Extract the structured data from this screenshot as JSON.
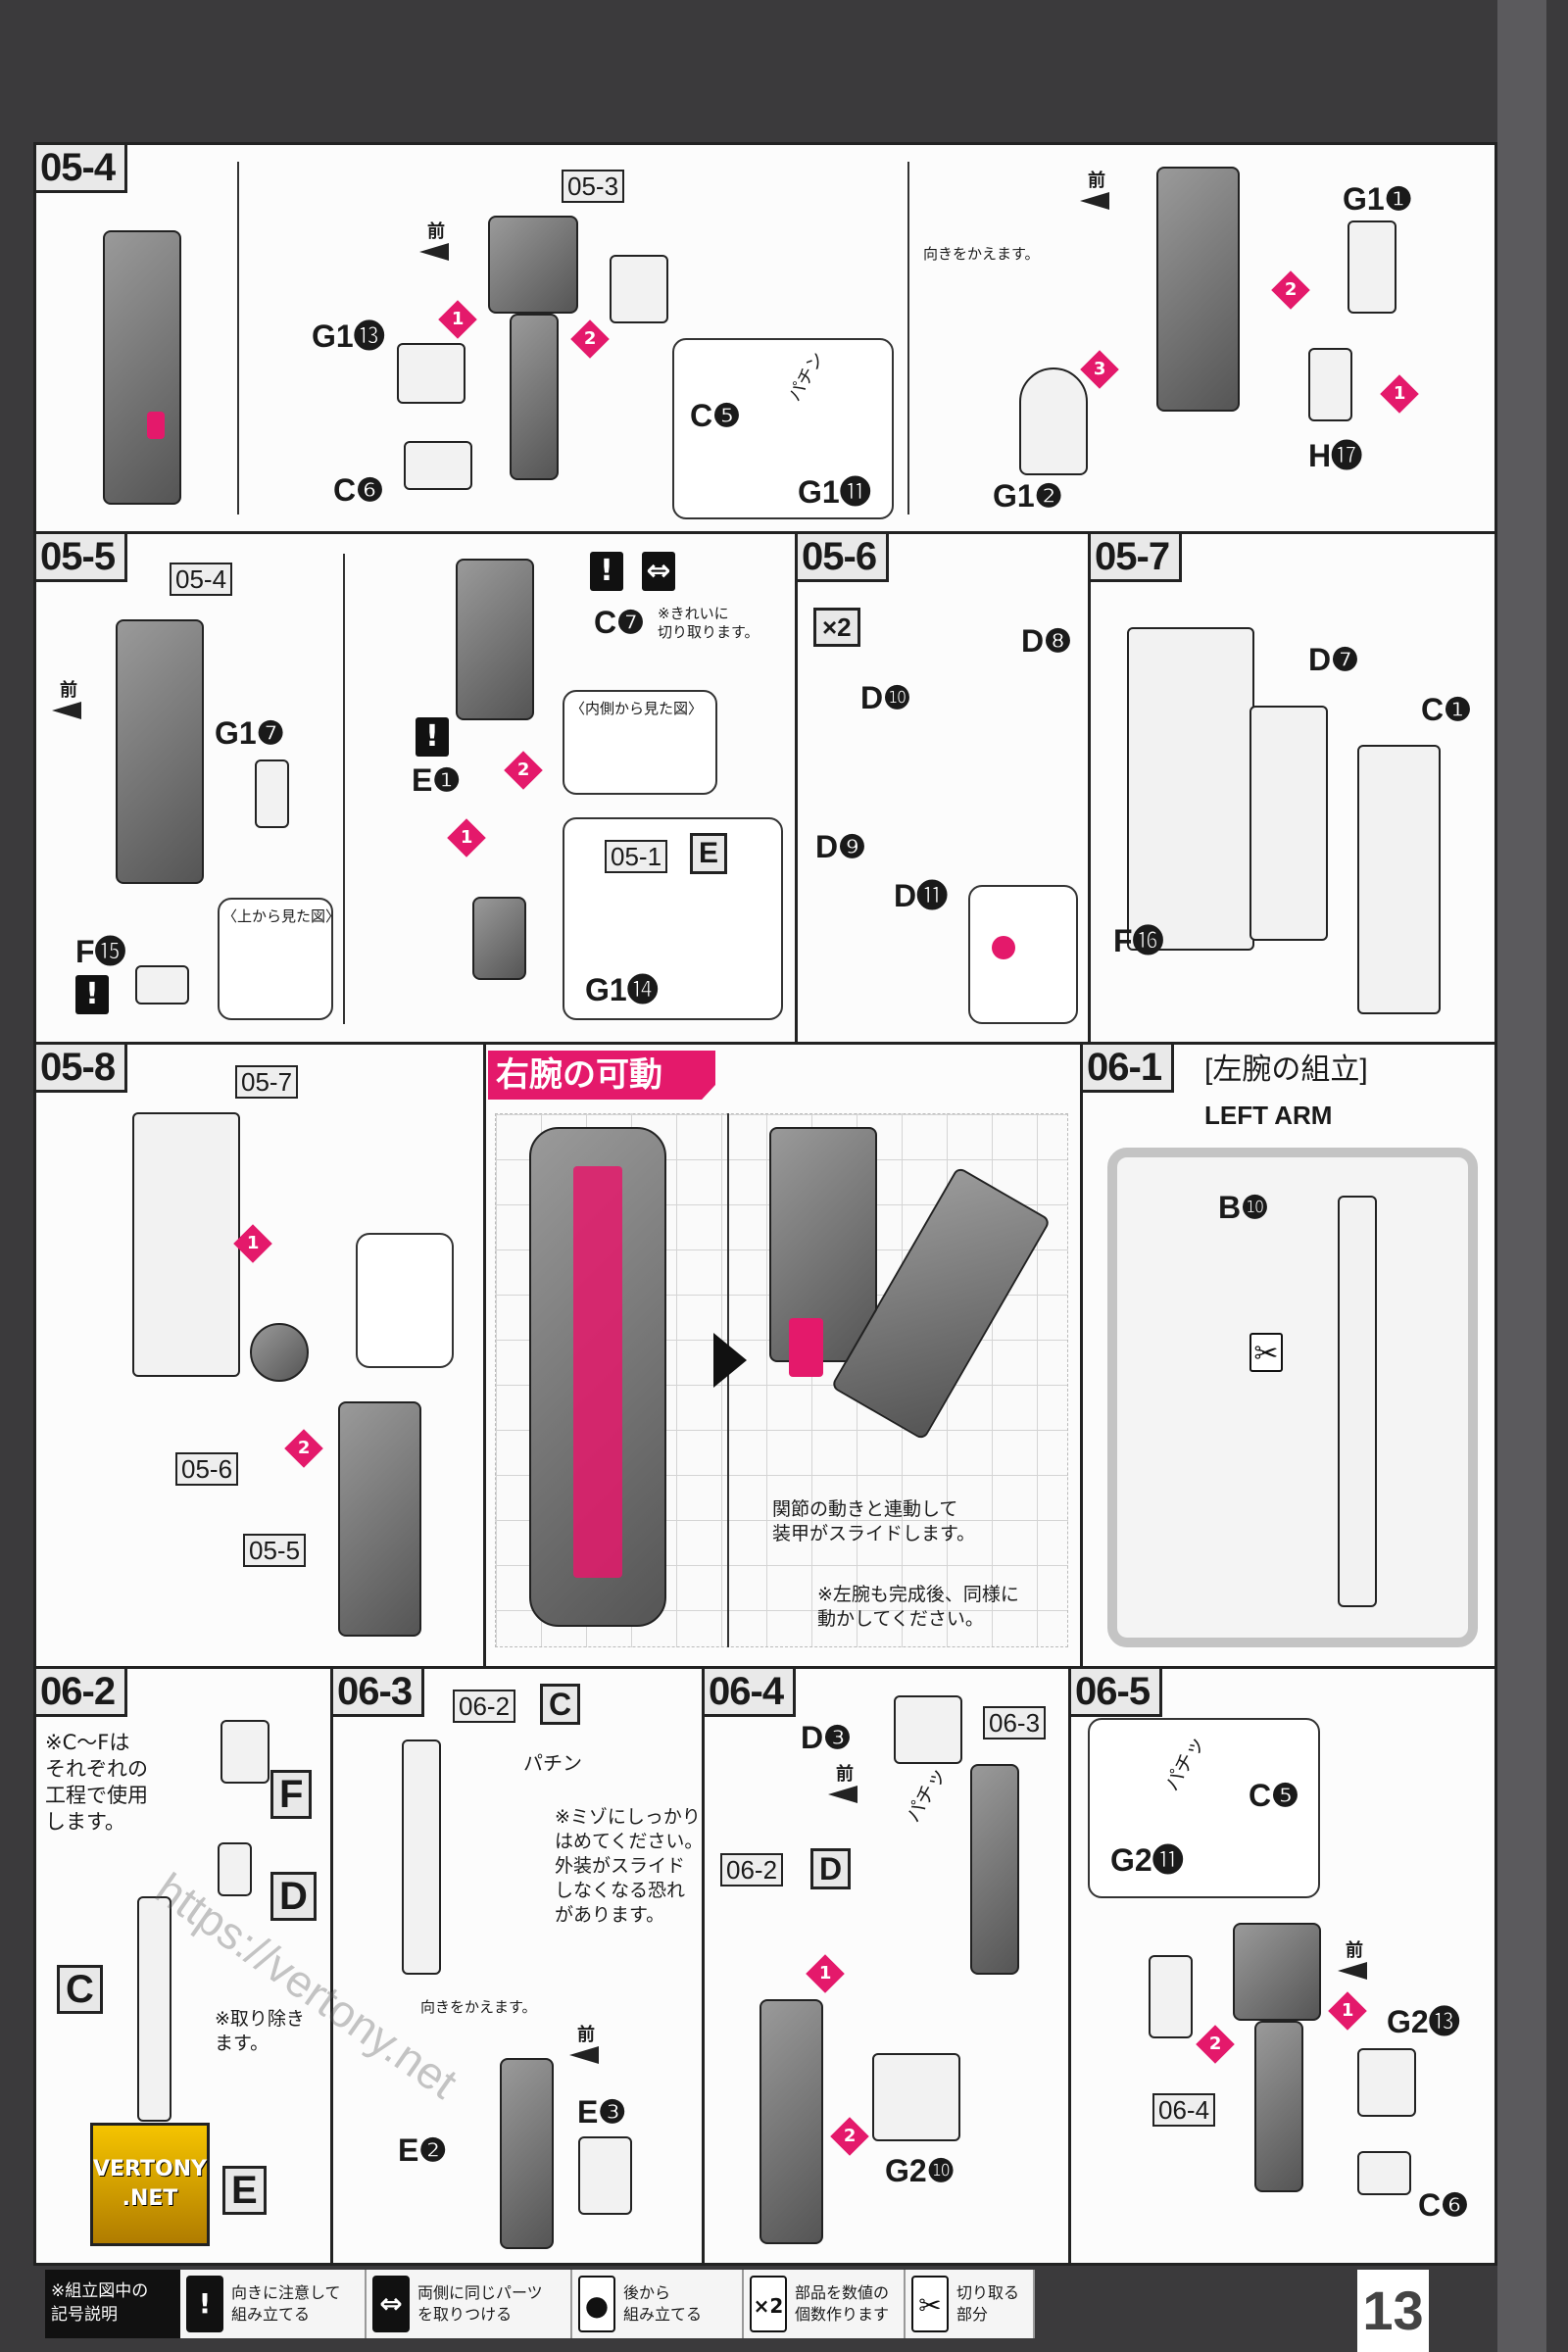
{
  "page_number": "13",
  "watermark": {
    "url": "https://vertony.net",
    "logo": "VERTONY .NET"
  },
  "step_05_4": {
    "tag": "05-4",
    "ref": "05-3",
    "front": "前",
    "parts": [
      "G1⓭",
      "C❻",
      "C❺",
      "G1⓫",
      "G1❶",
      "H⓱",
      "G1❷"
    ],
    "snap": "パチン",
    "turn": "向きをかえます。",
    "steps": [
      "1",
      "2",
      "2",
      "3",
      "1"
    ]
  },
  "step_05_5": {
    "tag": "05-5",
    "ref": "05-4",
    "front": "前",
    "parts": [
      "G1❼",
      "F⓯",
      "C❼",
      "E❶",
      "G1⓮"
    ],
    "top_view": "〈上から見た図〉",
    "inner_view": "〈内側から見た図〉",
    "cut_note": "※きれいに\n切り取ります。",
    "sub_ref": "05-1",
    "sub_letter": "E",
    "excl": "!",
    "steps": [
      "2",
      "1"
    ]
  },
  "step_05_6": {
    "tag": "05-6",
    "count": "×2",
    "parts": [
      "D❿",
      "D❽",
      "D❾",
      "D⓫"
    ]
  },
  "step_05_7": {
    "tag": "05-7",
    "parts": [
      "D❼",
      "C❶",
      "F⓰"
    ]
  },
  "step_05_8": {
    "tag": "05-8",
    "refs": [
      "05-7",
      "05-6",
      "05-5"
    ],
    "steps": [
      "1",
      "2"
    ]
  },
  "arm_motion": {
    "title": "右腕の可動",
    "note1": "関節の動きと連動して\n装甲がスライドします。",
    "note2": "※左腕も完成後、同様に\n動かしてください。"
  },
  "step_06_1": {
    "tag": "06-1",
    "title": "[左腕の組立]",
    "subtitle": "LEFT ARM",
    "part": "B❿"
  },
  "step_06_2": {
    "tag": "06-2",
    "note": "※C～Fは\nそれぞれの\n工程で使用\nします。",
    "letters": [
      "F",
      "D",
      "C",
      "E"
    ],
    "remove_note": "※取り除き\nます。"
  },
  "step_06_3": {
    "tag": "06-3",
    "ref": "06-2",
    "letter": "C",
    "snap": "パチン",
    "note": "※ミゾにしっかり\nはめてください。\n外装がスライド\nしなくなる恐れ\nがあります。",
    "turn": "向きをかえます。",
    "front": "前",
    "parts": [
      "E❸",
      "E❷"
    ]
  },
  "step_06_4": {
    "tag": "06-4",
    "ref": "06-3",
    "ref2": "06-2",
    "letter": "D",
    "front": "前",
    "snap": "パチッ",
    "parts": [
      "D❸",
      "G2❿"
    ],
    "steps": [
      "1",
      "2"
    ]
  },
  "step_06_5": {
    "tag": "06-5",
    "ref": "06-4",
    "front": "前",
    "snap": "パチッ",
    "parts": [
      "C❺",
      "G2⓫",
      "G2⓭",
      "C❻"
    ],
    "steps": [
      "1",
      "2"
    ]
  },
  "legend": {
    "heading": "※組立図中の\n記号説明",
    "items": [
      {
        "icon": "!",
        "text": "向きに注意して\n組み立てる"
      },
      {
        "icon": "⇔",
        "text": "両側に同じパーツ\nを取りつける"
      },
      {
        "icon": "●",
        "text": "後から\n組み立てる"
      },
      {
        "icon": "×2",
        "text": "部品を数値の\n個数作ります"
      },
      {
        "icon": "✂",
        "text": "切り取る\n部分"
      }
    ]
  }
}
